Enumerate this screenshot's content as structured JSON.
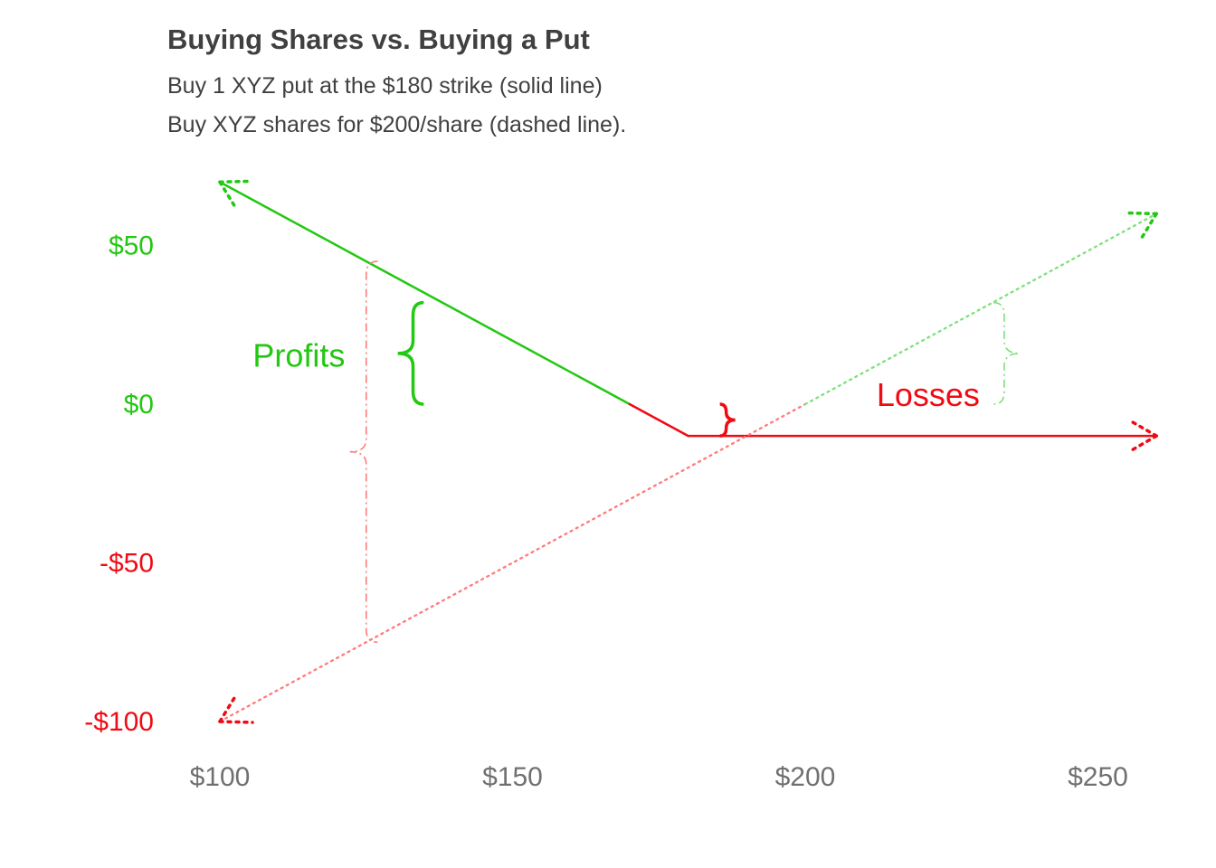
{
  "chart_data": {
    "type": "line",
    "title": "Buying Shares vs. Buying a Put",
    "subtitle_lines": [
      "Buy 1 XYZ put at the $180 strike (solid line)",
      "Buy XYZ shares for $200/share (dashed line)."
    ],
    "xlabel": "",
    "ylabel": "",
    "xlim": [
      100,
      260
    ],
    "ylim": [
      -100,
      70
    ],
    "x_ticks": [
      100,
      150,
      200,
      250
    ],
    "x_tick_labels": [
      "$100",
      "$150",
      "$200",
      "$250"
    ],
    "y_ticks": [
      -100,
      -50,
      0,
      50
    ],
    "y_tick_labels": [
      "-$100",
      "-$50",
      "$0",
      "$50"
    ],
    "grid": false,
    "series": [
      {
        "style": "solid",
        "segments": [
          {
            "x": [
              100,
              170
            ],
            "y": [
              70,
              0
            ],
            "color": "#22c811"
          },
          {
            "x": [
              170,
              180
            ],
            "y": [
              0,
              -10
            ],
            "color": "#f00a14"
          },
          {
            "x": [
              180,
              260
            ],
            "y": [
              -10,
              -10
            ],
            "color": "#f00a14"
          }
        ]
      },
      {
        "style": "dotted",
        "segments": [
          {
            "x": [
              100,
              200
            ],
            "y": [
              -100,
              0
            ],
            "color": "#ff7a7a"
          },
          {
            "x": [
              200,
              260
            ],
            "y": [
              0,
              60
            ],
            "color": "#7de07a"
          }
        ]
      }
    ],
    "annotations": [
      {
        "text": "Profits",
        "x": 113.5,
        "y": 15,
        "color": "#22c811"
      },
      {
        "text": "Losses",
        "x": 221,
        "y": 2.5,
        "color": "#f00a14"
      }
    ],
    "braces": [
      {
        "x": 133,
        "y": [
          32,
          0
        ],
        "side": "left",
        "color": "#22c811",
        "style": "solid"
      },
      {
        "x": 186.5,
        "y": [
          -10,
          0
        ],
        "side": "right",
        "color": "#f00a14",
        "style": "solid"
      },
      {
        "x": 125,
        "y": [
          45,
          -75
        ],
        "side": "left",
        "color": "#ff7a7a",
        "style": "dashed"
      },
      {
        "x": 234,
        "y": [
          32,
          0
        ],
        "side": "right",
        "color": "#7de07a",
        "style": "dashed"
      }
    ],
    "colors": {
      "profit": "#22c811",
      "loss": "#f00a14",
      "profit_light": "#7de07a",
      "loss_light": "#ff7a7a",
      "text": "#404040",
      "tick": "#707070"
    }
  }
}
